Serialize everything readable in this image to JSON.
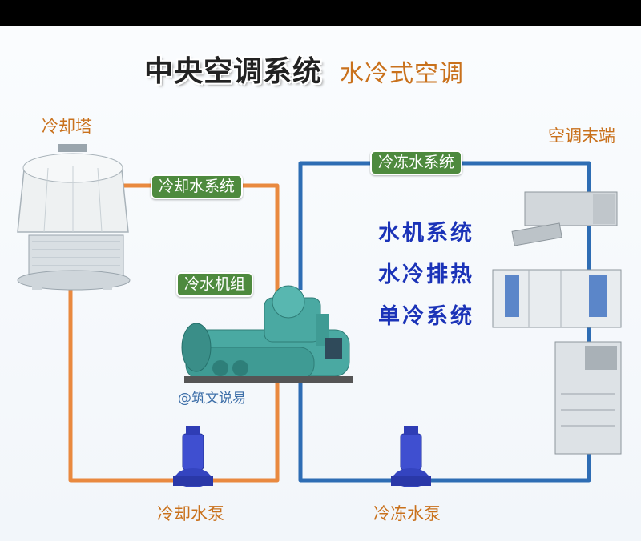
{
  "title": {
    "main": "中央空调系统",
    "sub": "水冷式空调"
  },
  "labels": {
    "cooling_tower": "冷却塔",
    "ac_terminal": "空调末端",
    "cooling_water_pump": "冷却水泵",
    "chilled_water_pump": "冷冻水泵"
  },
  "pills": {
    "cooling_water_system": "冷却水系统",
    "chilled_water_system": "冷冻水系统",
    "chiller_unit": "冷水机组"
  },
  "features": [
    "水机系统",
    "水冷排热",
    "单冷系统"
  ],
  "watermark": "@筑文说易",
  "colors": {
    "cooling_loop": "#e9893f",
    "chilled_loop": "#2e6db4",
    "pill_green": "#4e8a3e",
    "feature_blue": "#1b33b8",
    "label_orange": "#c9711c"
  }
}
